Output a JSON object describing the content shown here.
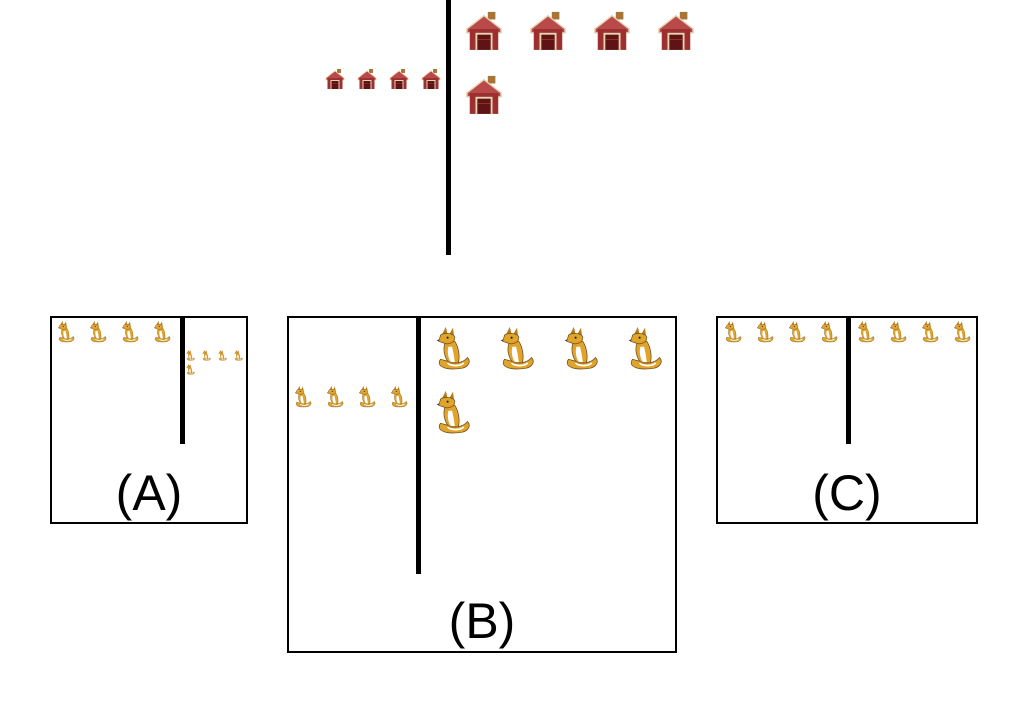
{
  "question": {
    "left_count": 4,
    "right_count": 5,
    "icon": "barn-icon",
    "colors": {
      "roof": "#b84a4a",
      "wall": "#9c2f2f",
      "door": "#5e1414",
      "trim": "#e8d2b0",
      "chimney": "#a8743a"
    }
  },
  "options": [
    {
      "id": "A",
      "label": "(A)",
      "left_count": 4,
      "right_count": 5,
      "icon": "fox-icon"
    },
    {
      "id": "B",
      "label": "(B)",
      "left_count": 4,
      "right_count": 5,
      "icon": "fox-icon"
    },
    {
      "id": "C",
      "label": "(C)",
      "left_count": 4,
      "right_count": 4,
      "icon": "fox-icon"
    }
  ],
  "fox_colors": {
    "body": "#e0a42a",
    "shade": "#b5781a",
    "white": "#ffffff",
    "outline": "#6a4a1a"
  }
}
